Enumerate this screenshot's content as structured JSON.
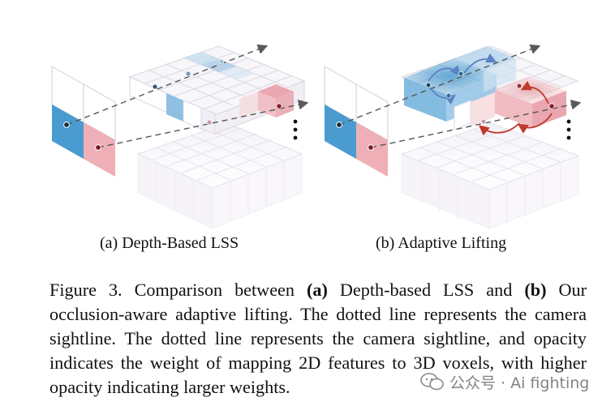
{
  "figure": {
    "subcaption_a": "(a) Depth-Based LSS",
    "subcaption_b": "(b) Adaptive Lifting"
  },
  "caption": {
    "prefix": "Figure 3. Comparison between ",
    "a_tag": "(a)",
    "middle": " Depth-based LSS and ",
    "b_tag": "(b)",
    "rest": " Our occlusion-aware adaptive lifting.  The dotted line represents the camera sightline. The dotted line represents the camera sightline, and opacity indicates the weight of mapping 2D features to 3D voxels, with higher opacity indicating larger weights."
  },
  "watermark": {
    "text": "公众号 · Ai fighting",
    "icon": "wechat-icon"
  },
  "colors": {
    "blue": "#4a9bd0",
    "red": "#e7a7ad",
    "darkred": "#c0392b",
    "arrow_blue": "#5a82c4"
  }
}
